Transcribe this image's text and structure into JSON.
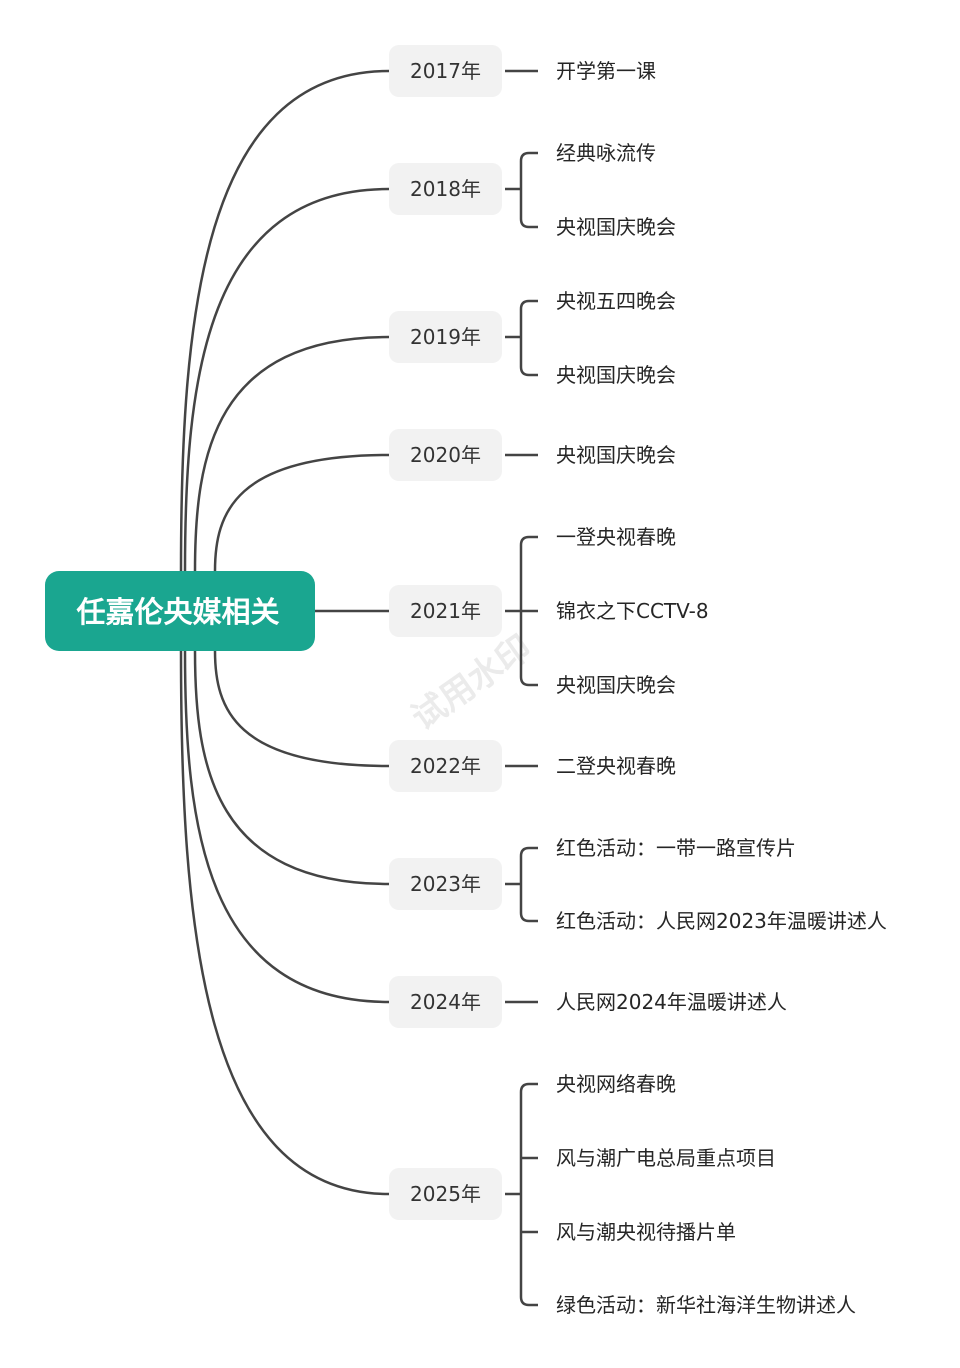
{
  "root": {
    "label": "任嘉伦央媒相关",
    "color": "#1aa690"
  },
  "watermark": "试用水印",
  "colors": {
    "line": "#444444",
    "year_box": "#f2f2f2"
  },
  "branches": [
    {
      "year": "2017年",
      "items": [
        "开学第一课"
      ]
    },
    {
      "year": "2018年",
      "items": [
        "经典咏流传",
        "央视国庆晚会"
      ]
    },
    {
      "year": "2019年",
      "items": [
        "央视五四晚会",
        "央视国庆晚会"
      ]
    },
    {
      "year": "2020年",
      "items": [
        "央视国庆晚会"
      ]
    },
    {
      "year": "2021年",
      "items": [
        "一登央视春晚",
        "锦衣之下CCTV-8",
        "央视国庆晚会"
      ]
    },
    {
      "year": "2022年",
      "items": [
        "二登央视春晚"
      ]
    },
    {
      "year": "2023年",
      "items": [
        "红色活动：一带一路宣传片",
        "红色活动：人民网2023年温暖讲述人"
      ]
    },
    {
      "year": "2024年",
      "items": [
        "人民网2024年温暖讲述人"
      ]
    },
    {
      "year": "2025年",
      "items": [
        "央视网络春晚",
        "风与潮广电总局重点项目",
        "风与潮央视待播片单",
        "绿色活动：新华社海洋生物讲述人"
      ]
    }
  ]
}
